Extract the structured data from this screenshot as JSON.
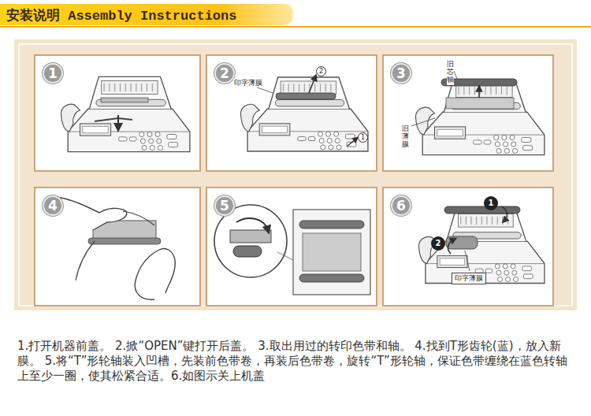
{
  "diagram": {
    "title": "安装说明 Assembly Instructions",
    "caption": "1.打开机器前盖。 2.掀“OPEN”键打开后盖。 3.取出用过的转印色带和轴。 4.找到T形齿轮(蓝)，放入新膜。 5.将“T”形轮轴装入凹槽，先装前色带卷，再装后色带卷，旋转“T”形轮轴，保证色带缠绕在蓝色转轴上至少一圈，使其松紧合适。6.如图示关上机盖",
    "nodes": [
      {
        "text": [
          "1"
        ]
      },
      {
        "text": [
          "2"
        ]
      },
      {
        "text": [
          "3"
        ]
      },
      {
        "text": [
          "4"
        ]
      },
      {
        "text": [
          "5"
        ]
      },
      {
        "text": [
          "6"
        ]
      },
      {
        "text": [
          "1"
        ]
      },
      {
        "text": [
          "2"
        ]
      }
    ],
    "labels": [
      "印字薄膜",
      "2",
      "1",
      "旧芯轴",
      "旧薄膜",
      "印字薄膜"
    ]
  }
}
